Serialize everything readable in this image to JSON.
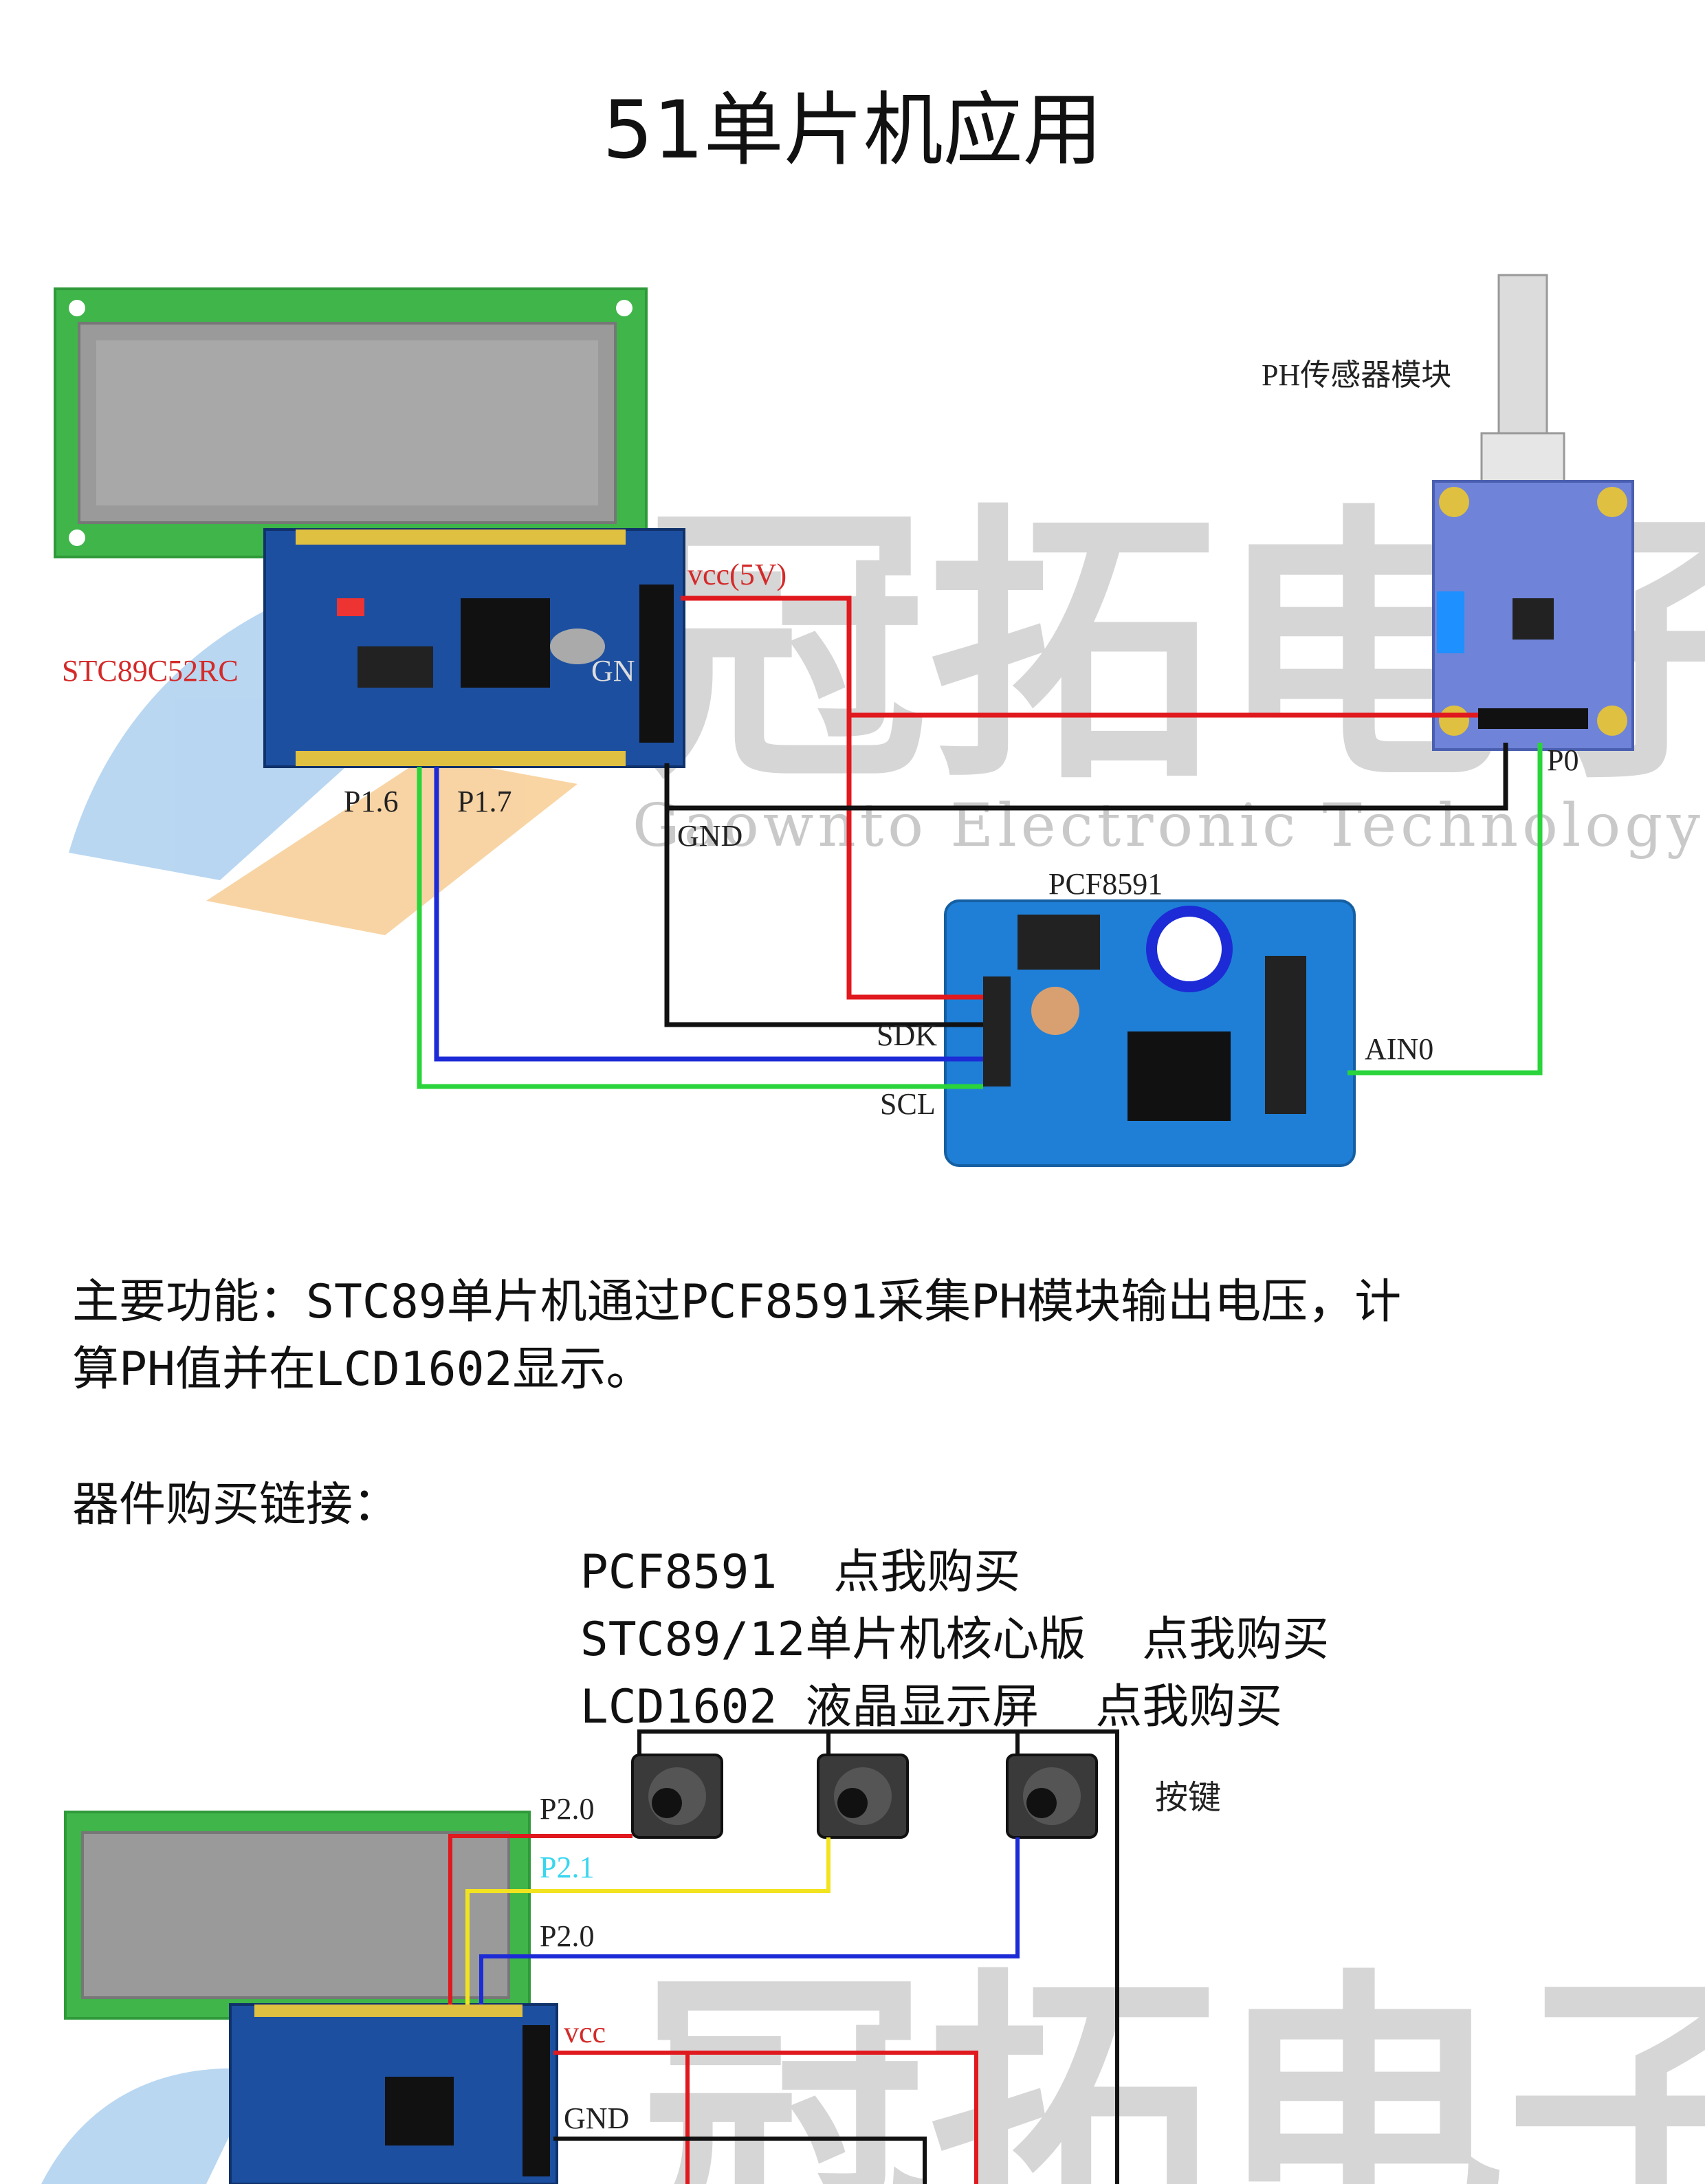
{
  "title": "51单片机应用",
  "diagram1": {
    "labels": {
      "ph_module": "PH传感器模块",
      "mcu": "STC89C52RC",
      "vcc": "vcc(5V)",
      "gnd": "GND",
      "gn": "GN",
      "p0": "P0",
      "p16": "P1.6",
      "p17": "P1.7",
      "pcf": "PCF8591",
      "sdk": "SDK",
      "scl": "SCL",
      "ain0": "AIN0"
    },
    "watermark": {
      "cn": "冠拓电子",
      "en": "Gaownto Electronic Technology"
    }
  },
  "description": {
    "line1": "主要功能：STC89单片机通过PCF8591采集PH模块输出电压，计",
    "line2": "算PH值并在LCD1602显示。"
  },
  "purchase": {
    "label": "器件购买链接：",
    "items": [
      {
        "name": "PCF8591",
        "link": "点我购买"
      },
      {
        "name": "STC89/12单片机核心版",
        "link": "点我购买"
      },
      {
        "name": "LCD1602 液晶显示屏",
        "link": "点我购买"
      }
    ]
  },
  "diagram2": {
    "labels": {
      "p20a": "P2.0",
      "p21": "P2.1",
      "p20b": "P2.0",
      "keys": "按键",
      "vcc": "vcc",
      "gnd": "GND"
    }
  },
  "colors": {
    "red": "#e0191e",
    "blue": "#1c2bd6",
    "green": "#2ad43a",
    "black": "#111111",
    "yellow": "#f2e320",
    "cyan": "#39d6f0",
    "pcb": "#1d4fa0",
    "lcd_green": "#3fb54a",
    "label_red": "#d42a2a",
    "watermark": "#cfcfcf"
  }
}
